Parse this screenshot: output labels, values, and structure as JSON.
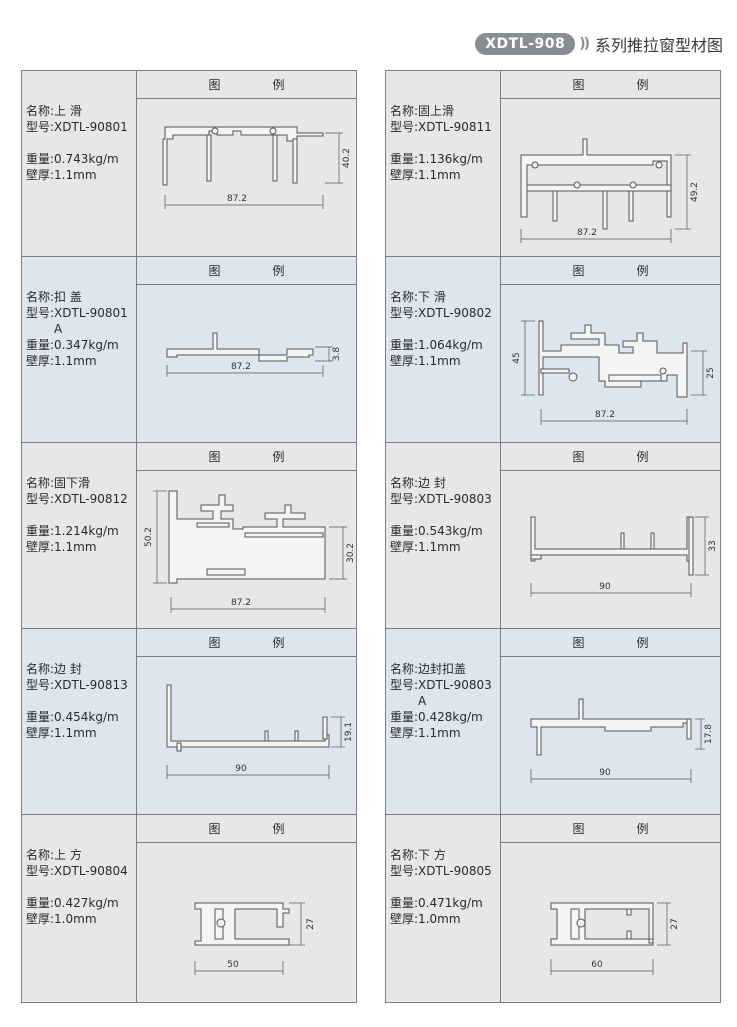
{
  "header": {
    "badge": "XDTL-908",
    "arrows": "))",
    "title": "系列推拉窗型材图"
  },
  "labels": {
    "fig_head": "图　例",
    "name": "名称:",
    "model": "型号:",
    "weight": "重量:",
    "thickness": "壁厚:"
  },
  "left": [
    {
      "name": "上 滑",
      "model": "XDTL-90801",
      "weight": "0.743kg/m",
      "thickness": "1.1mm",
      "w": "87.2",
      "h": "40.2"
    },
    {
      "name": "扣 盖",
      "model": "XDTL-90801\nA",
      "weight": "0.347kg/m",
      "thickness": "1.1mm",
      "w": "87.2",
      "h": "3.8"
    },
    {
      "name": "固下滑",
      "model": "XDTL-90812",
      "weight": "1.214kg/m",
      "thickness": "1.1mm",
      "w": "87.2",
      "h": "50.2",
      "h2": "30.2"
    },
    {
      "name": "边 封",
      "model": "XDTL-90813",
      "weight": "0.454kg/m",
      "thickness": "1.1mm",
      "w": "90",
      "h": "19.1"
    },
    {
      "name": "上 方",
      "model": "XDTL-90804",
      "weight": "0.427kg/m",
      "thickness": "1.0mm",
      "w": "50",
      "h": "27"
    }
  ],
  "right": [
    {
      "name": "固上滑",
      "model": "XDTL-90811",
      "weight": "1.136kg/m",
      "thickness": "1.1mm",
      "w": "87.2",
      "h": "49.2"
    },
    {
      "name": "下 滑",
      "model": "XDTL-90802",
      "weight": "1.064kg/m",
      "thickness": "1.1mm",
      "w": "87.2",
      "h": "45",
      "h2": "25"
    },
    {
      "name": "边 封",
      "model": "XDTL-90803",
      "weight": "0.543kg/m",
      "thickness": "1.1mm",
      "w": "90",
      "h": "33"
    },
    {
      "name": "边封扣盖",
      "model": "XDTL-90803\nA",
      "weight": "0.428kg/m",
      "thickness": "1.1mm",
      "w": "90",
      "h": "17.8"
    },
    {
      "name": "下 方",
      "model": "XDTL-90805",
      "weight": "0.471kg/m",
      "thickness": "1.0mm",
      "w": "60",
      "h": "27"
    }
  ],
  "colors": {
    "panel_gray": "#e7e7e9",
    "panel_blue": "#dde6ef",
    "border": "#7e7e7e",
    "badge": "#8a8d91"
  }
}
